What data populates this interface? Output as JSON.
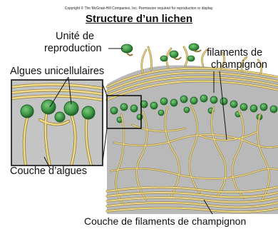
{
  "copyright": "Copyright © The McGraw-Hill Companies, Inc. Permission required for reproduction or display.",
  "title": "Structure d’un lichen",
  "labels": {
    "reproduction_line1": "Unité de",
    "reproduction_line2": "reproduction",
    "filaments_line1": "filaments de",
    "filaments_line2": "champignon",
    "algues": "Algues unicellulaires",
    "couche_algues": "Couche d’algues",
    "couche_filaments": "Couche de filaments de champignon"
  },
  "colors": {
    "hypha": "#f2dc8a",
    "hypha_stroke": "#8f7a34",
    "alga": "#3f9a46",
    "alga_dark": "#1f5e26",
    "background_gray": "#b9b9b9"
  }
}
